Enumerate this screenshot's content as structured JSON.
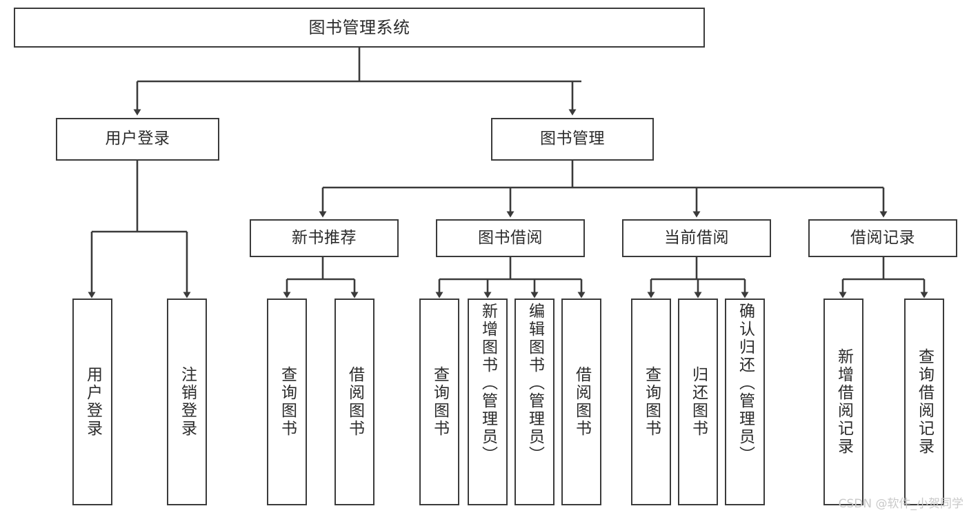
{
  "diagram": {
    "title": "图书管理系统",
    "type": "hierarchy-tree",
    "background_color": "#ffffff",
    "line_color": "#3a3a3a",
    "text_color": "#2b2b2b"
  },
  "nodes": {
    "root": {
      "label": "图书管理系统"
    },
    "level2": [
      {
        "label": "用户登录"
      },
      {
        "label": "图书管理"
      }
    ],
    "level3": [
      {
        "label": "新书推荐"
      },
      {
        "label": "图书借阅"
      },
      {
        "label": "当前借阅"
      },
      {
        "label": "借阅记录"
      }
    ],
    "leaves_user_login": [
      {
        "label": "用户登录"
      },
      {
        "label": "注销登录"
      }
    ],
    "leaves_new_book": [
      {
        "label": "查询图书"
      },
      {
        "label": "借阅图书"
      }
    ],
    "leaves_borrow": [
      {
        "label": "查询图书"
      },
      {
        "label": "新增图书（管理员）"
      },
      {
        "label": "编辑图书（管理员）"
      },
      {
        "label": "借阅图书"
      }
    ],
    "leaves_current": [
      {
        "label": "查询图书"
      },
      {
        "label": "归还图书"
      },
      {
        "label": "确认归还（管理员）"
      }
    ],
    "leaves_records": [
      {
        "label": "新增借阅记录"
      },
      {
        "label": "查询借阅记录"
      }
    ]
  },
  "watermark": {
    "text": "CSDN @软件_小贺同学"
  }
}
